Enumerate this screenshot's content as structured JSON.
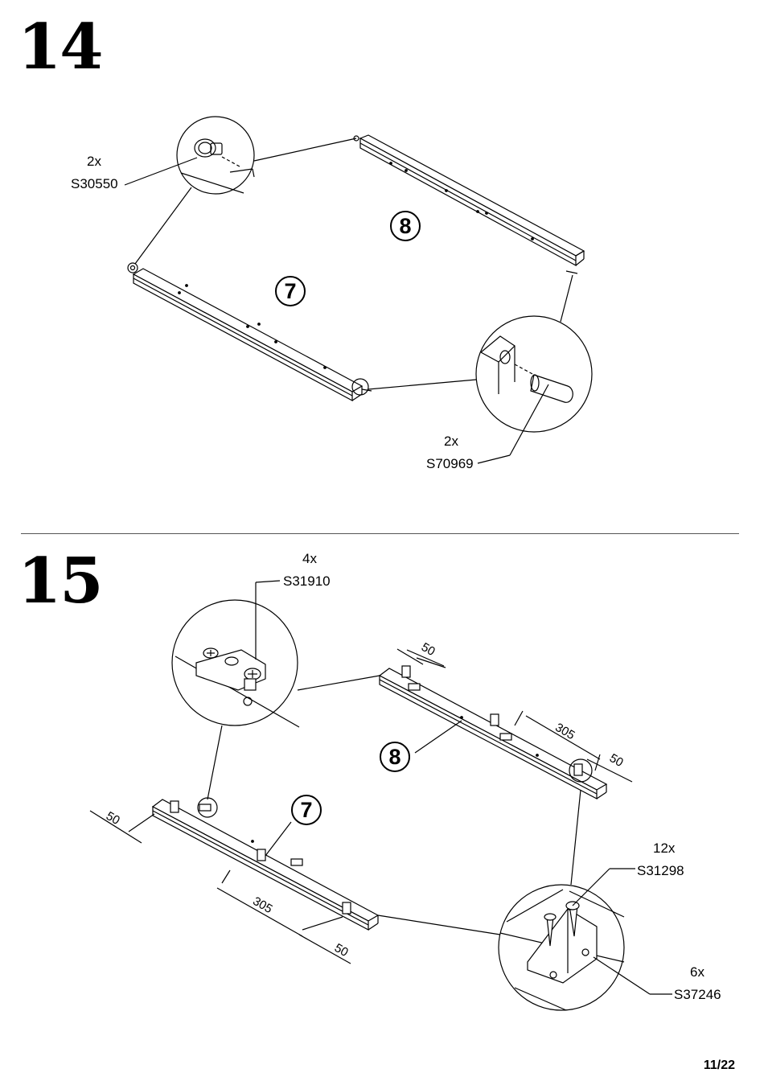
{
  "steps": [
    {
      "number": "14",
      "parts": {
        "rail_a": "8",
        "rail_b": "7"
      },
      "callouts": [
        {
          "qty": "2x",
          "code": "S30550"
        },
        {
          "qty": "2x",
          "code": "S70969"
        }
      ]
    },
    {
      "number": "15",
      "parts": {
        "rail_a": "8",
        "rail_b": "7"
      },
      "callouts": [
        {
          "qty": "4x",
          "code": "S31910"
        },
        {
          "qty": "12x",
          "code": "S31298"
        },
        {
          "qty": "6x",
          "code": "S37246"
        }
      ],
      "dimensions": {
        "end_offset": "50",
        "spacing": "305"
      }
    }
  ],
  "page": {
    "number": "11/22"
  }
}
